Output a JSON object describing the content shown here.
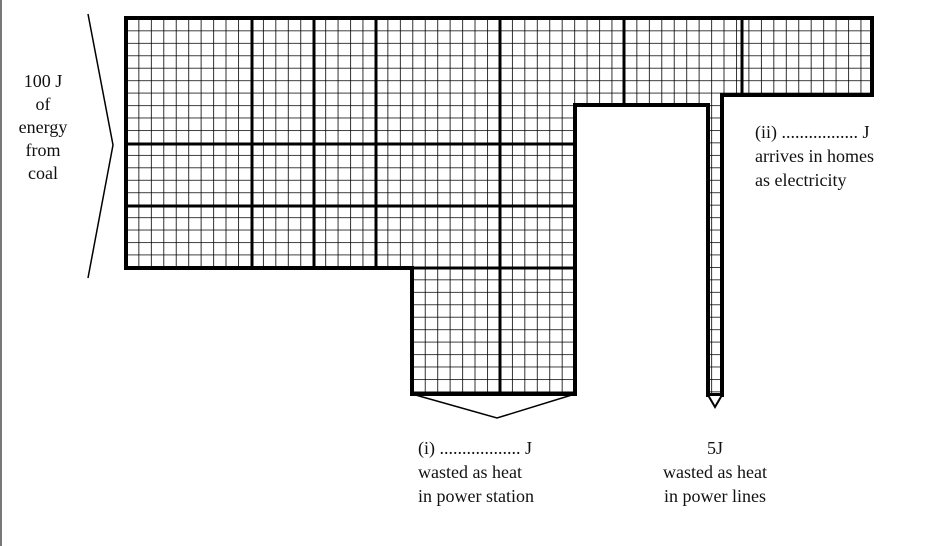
{
  "title": "Sankey diagram: energy flow from coal to homes",
  "input": {
    "lines": [
      "100 J",
      "of",
      "energy",
      "from",
      "coal"
    ]
  },
  "output_homes": {
    "line1": "(ii) ................. J",
    "line2": "arrives in homes",
    "line3": "as electricity"
  },
  "waste_station": {
    "line1": "(i) .................. J",
    "line2": "wasted as heat",
    "line3": "in power station"
  },
  "waste_lines": {
    "line1": "5J",
    "line2": "wasted as heat",
    "line3": "in power lines"
  },
  "colors": {
    "line": "#000000",
    "background": "#ffffff"
  }
}
